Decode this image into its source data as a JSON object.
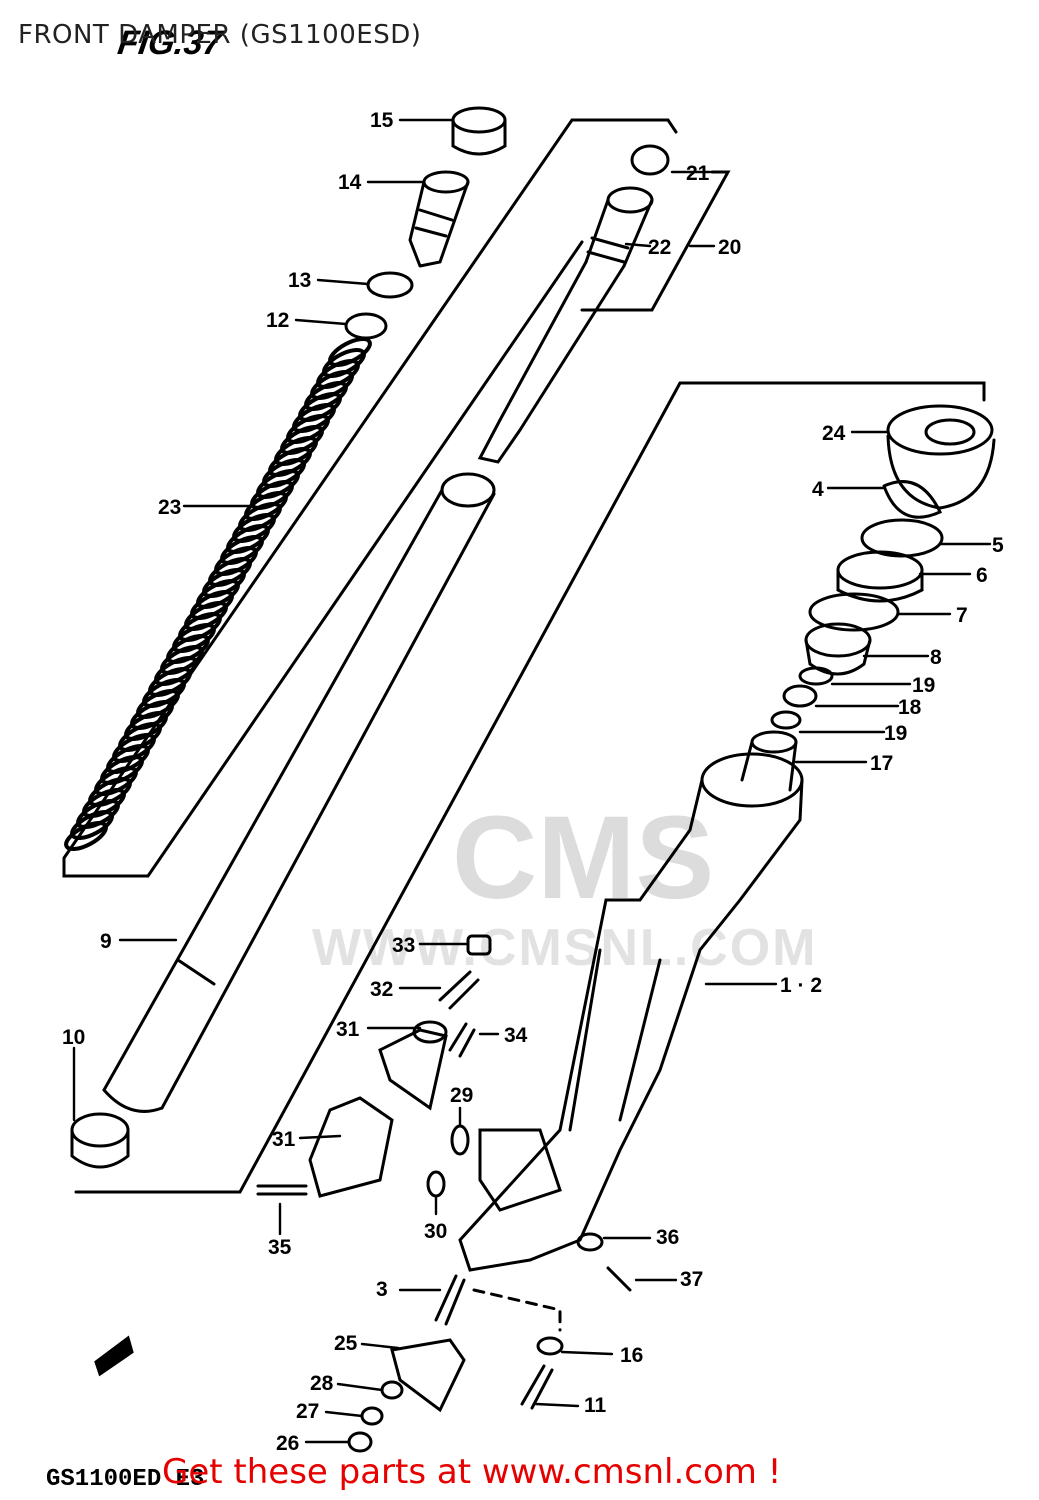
{
  "header": {
    "title": "FRONT DAMPER (GS1100ESD)",
    "figure_number": "FIG.37"
  },
  "watermark": {
    "brand": "CMS",
    "url": "WWW.CMSNL.COM"
  },
  "footer": {
    "model_code": "GS1100ED E3",
    "cta": "Get these parts at www.cmsnl.com !"
  },
  "callouts": [
    "1 · 2",
    "3",
    "4",
    "5",
    "6",
    "7",
    "8",
    "9",
    "10",
    "11",
    "12",
    "13",
    "14",
    "15",
    "16",
    "17",
    "18",
    "19",
    "19",
    "20",
    "21",
    "22",
    "23",
    "24",
    "25",
    "26",
    "27",
    "28",
    "29",
    "30",
    "31",
    "31",
    "32",
    "33",
    "34",
    "35",
    "36",
    "37"
  ]
}
